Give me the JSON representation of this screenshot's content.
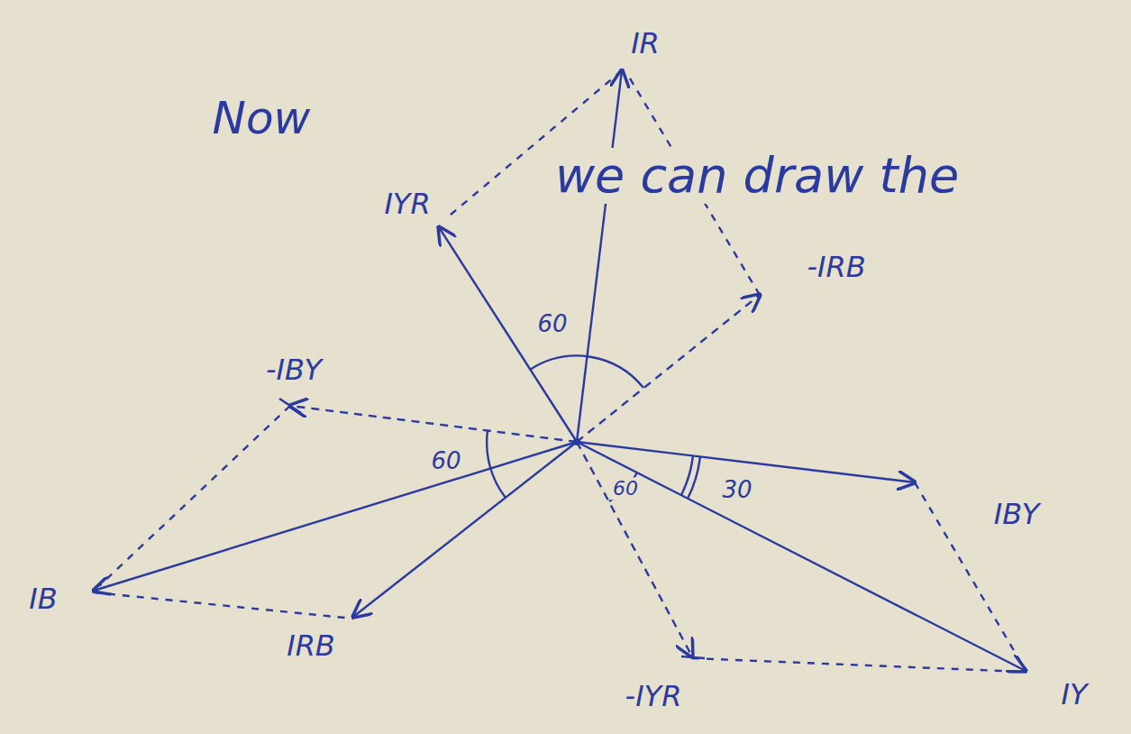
{
  "diagram": {
    "labels": [
      "Now",
      "we can draw the",
      "IR",
      "IYR",
      "-IRB",
      "60",
      "-IBY",
      "60",
      "60",
      "30",
      "IBY",
      "IB",
      "IRB",
      "-IYR",
      "IY"
    ]
  }
}
